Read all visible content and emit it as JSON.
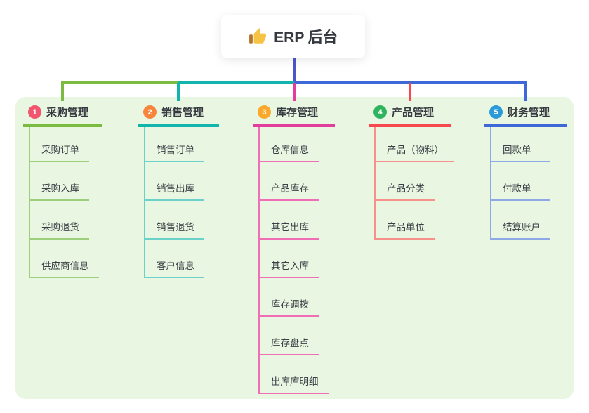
{
  "root": {
    "title": "ERP 后台",
    "icon": "thumbs-up-icon"
  },
  "branches": [
    {
      "number": "1",
      "title": "采购管理",
      "badge_color": "#F2556F",
      "line_color": "#7CBB41",
      "item_line_color": "#9DCE79",
      "items": [
        "采购订单",
        "采购入库",
        "采购退货",
        "供应商信息"
      ]
    },
    {
      "number": "2",
      "title": "销售管理",
      "badge_color": "#F8853E",
      "line_color": "#12B5AC",
      "item_line_color": "#6BD1C9",
      "items": [
        "销售订单",
        "销售出库",
        "销售退货",
        "客户信息"
      ]
    },
    {
      "number": "3",
      "title": "库存管理",
      "badge_color": "#FCA92B",
      "line_color": "#E23C9C",
      "item_line_color": "#F06EB5",
      "items": [
        "仓库信息",
        "产品库存",
        "其它出库",
        "其它入库",
        "库存调拨",
        "库存盘点",
        "出库库明细"
      ]
    },
    {
      "number": "4",
      "title": "产品管理",
      "badge_color": "#2DB45C",
      "line_color": "#F7474F",
      "item_line_color": "#F8908B",
      "items": [
        "产品（物料）",
        "产品分类",
        "产品单位"
      ]
    },
    {
      "number": "5",
      "title": "财务管理",
      "badge_color": "#2A9BD8",
      "line_color": "#3E68D8",
      "item_line_color": "#8FA8E6",
      "items": [
        "回款单",
        "付款单",
        "结算账户"
      ]
    }
  ],
  "colors": {
    "canvas_bg": "#FFFFFF",
    "container_bg": "#E9F6E2",
    "root_stem": "#4C55CC",
    "bus_left": "#7CBB41",
    "bus_mid": "#12B5AC",
    "bus_right": "#3E68D8",
    "text_dark": "#35393F",
    "thumb_yellow": "#F6C344",
    "thumb_cuff": "#B5722A"
  }
}
